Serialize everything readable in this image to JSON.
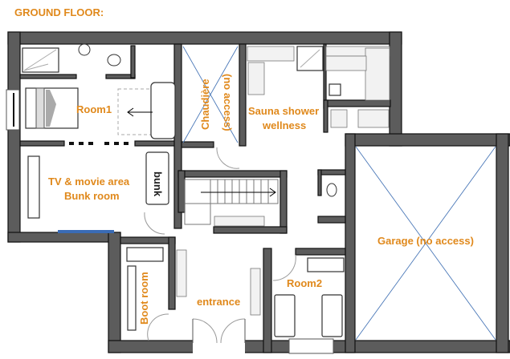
{
  "title": "GROUND FLOOR:",
  "rooms": {
    "room1": "Room1",
    "chaudiere_line1": "Chaudière",
    "chaudiere_line2": "(no access)",
    "sauna_line1": "Sauna shower",
    "sauna_line2": "wellness",
    "tv_line1": "TV & movie area",
    "tv_line2": "Bunk room",
    "bunk": "bunk",
    "garage": "Garage (no access)",
    "boot_room": "Boot room",
    "entrance": "entrance",
    "room2": "Room2"
  },
  "colors": {
    "label": "#E0891C",
    "wall": "#5c5c5c",
    "cross": "#4a78b8"
  }
}
